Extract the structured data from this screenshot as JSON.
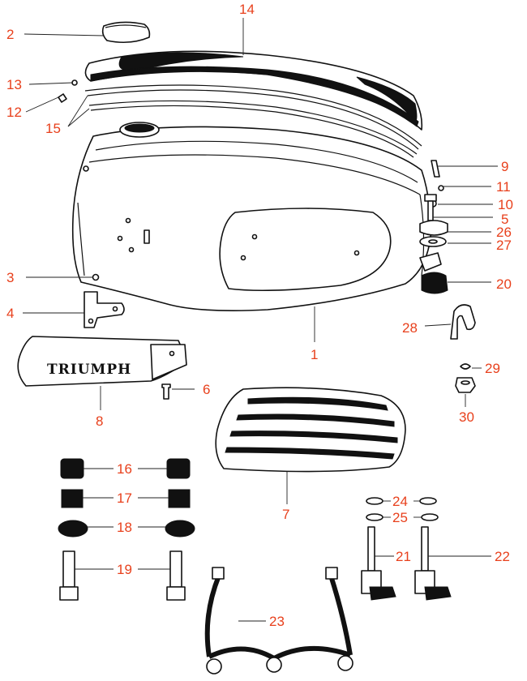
{
  "colors": {
    "callout": "#e8401c",
    "ink": "#111111",
    "paper": "#ffffff"
  },
  "logo_text": "TRIUMPH",
  "callouts": {
    "c1": "1",
    "c2": "2",
    "c3": "3",
    "c4": "4",
    "c5": "5",
    "c6": "6",
    "c7": "7",
    "c8": "8",
    "c9": "9",
    "c10": "10",
    "c11": "11",
    "c12": "12",
    "c13": "13",
    "c14": "14",
    "c15": "15",
    "c16": "16",
    "c17": "17",
    "c18": "18",
    "c19": "19",
    "c20": "20",
    "c21": "21",
    "c22": "22",
    "c23": "23",
    "c24": "24",
    "c25": "25",
    "c26": "26",
    "c27": "27",
    "c28": "28",
    "c29": "29",
    "c30": "30"
  }
}
